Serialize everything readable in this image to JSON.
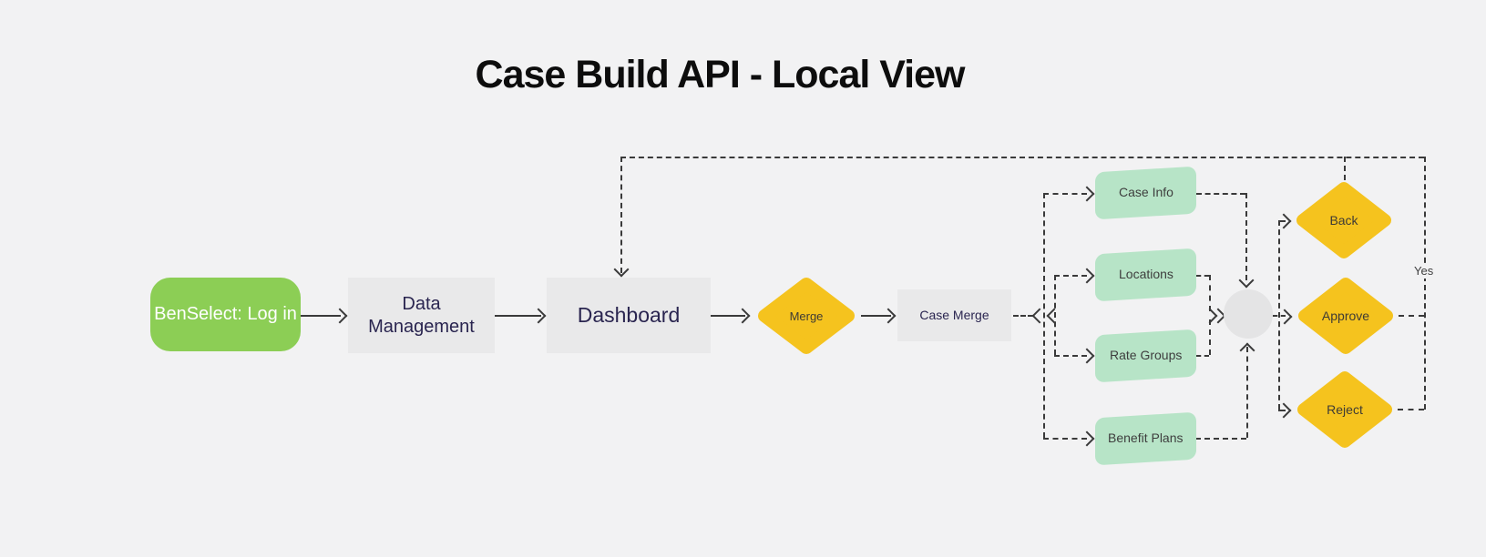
{
  "title": "Case Build API - Local View",
  "colors": {
    "background": "#F2F2F3",
    "process_green": "#8CCE55",
    "process_gray": "#E9E9EA",
    "mint": "#B7E4C7",
    "yellow": "#F5C31E",
    "join_gray": "#E4E4E5",
    "navy_text": "#2A2550",
    "dark_text": "#3E3B35",
    "line": "#3A3A3A",
    "title_text": "#0D0D0D"
  },
  "nodes": {
    "benselect": {
      "label": "BenSelect: Log in"
    },
    "data_management": {
      "label": "Data Management"
    },
    "dashboard": {
      "label": "Dashboard"
    },
    "merge": {
      "label": "Merge"
    },
    "case_merge": {
      "label": "Case Merge"
    },
    "case_info": {
      "label": "Case Info"
    },
    "locations": {
      "label": "Locations"
    },
    "rate_groups": {
      "label": "Rate Groups"
    },
    "benefit_plans": {
      "label": "Benefit Plans"
    },
    "back": {
      "label": "Back"
    },
    "approve": {
      "label": "Approve"
    },
    "reject": {
      "label": "Reject"
    }
  },
  "edge_labels": {
    "yes": "Yes"
  }
}
